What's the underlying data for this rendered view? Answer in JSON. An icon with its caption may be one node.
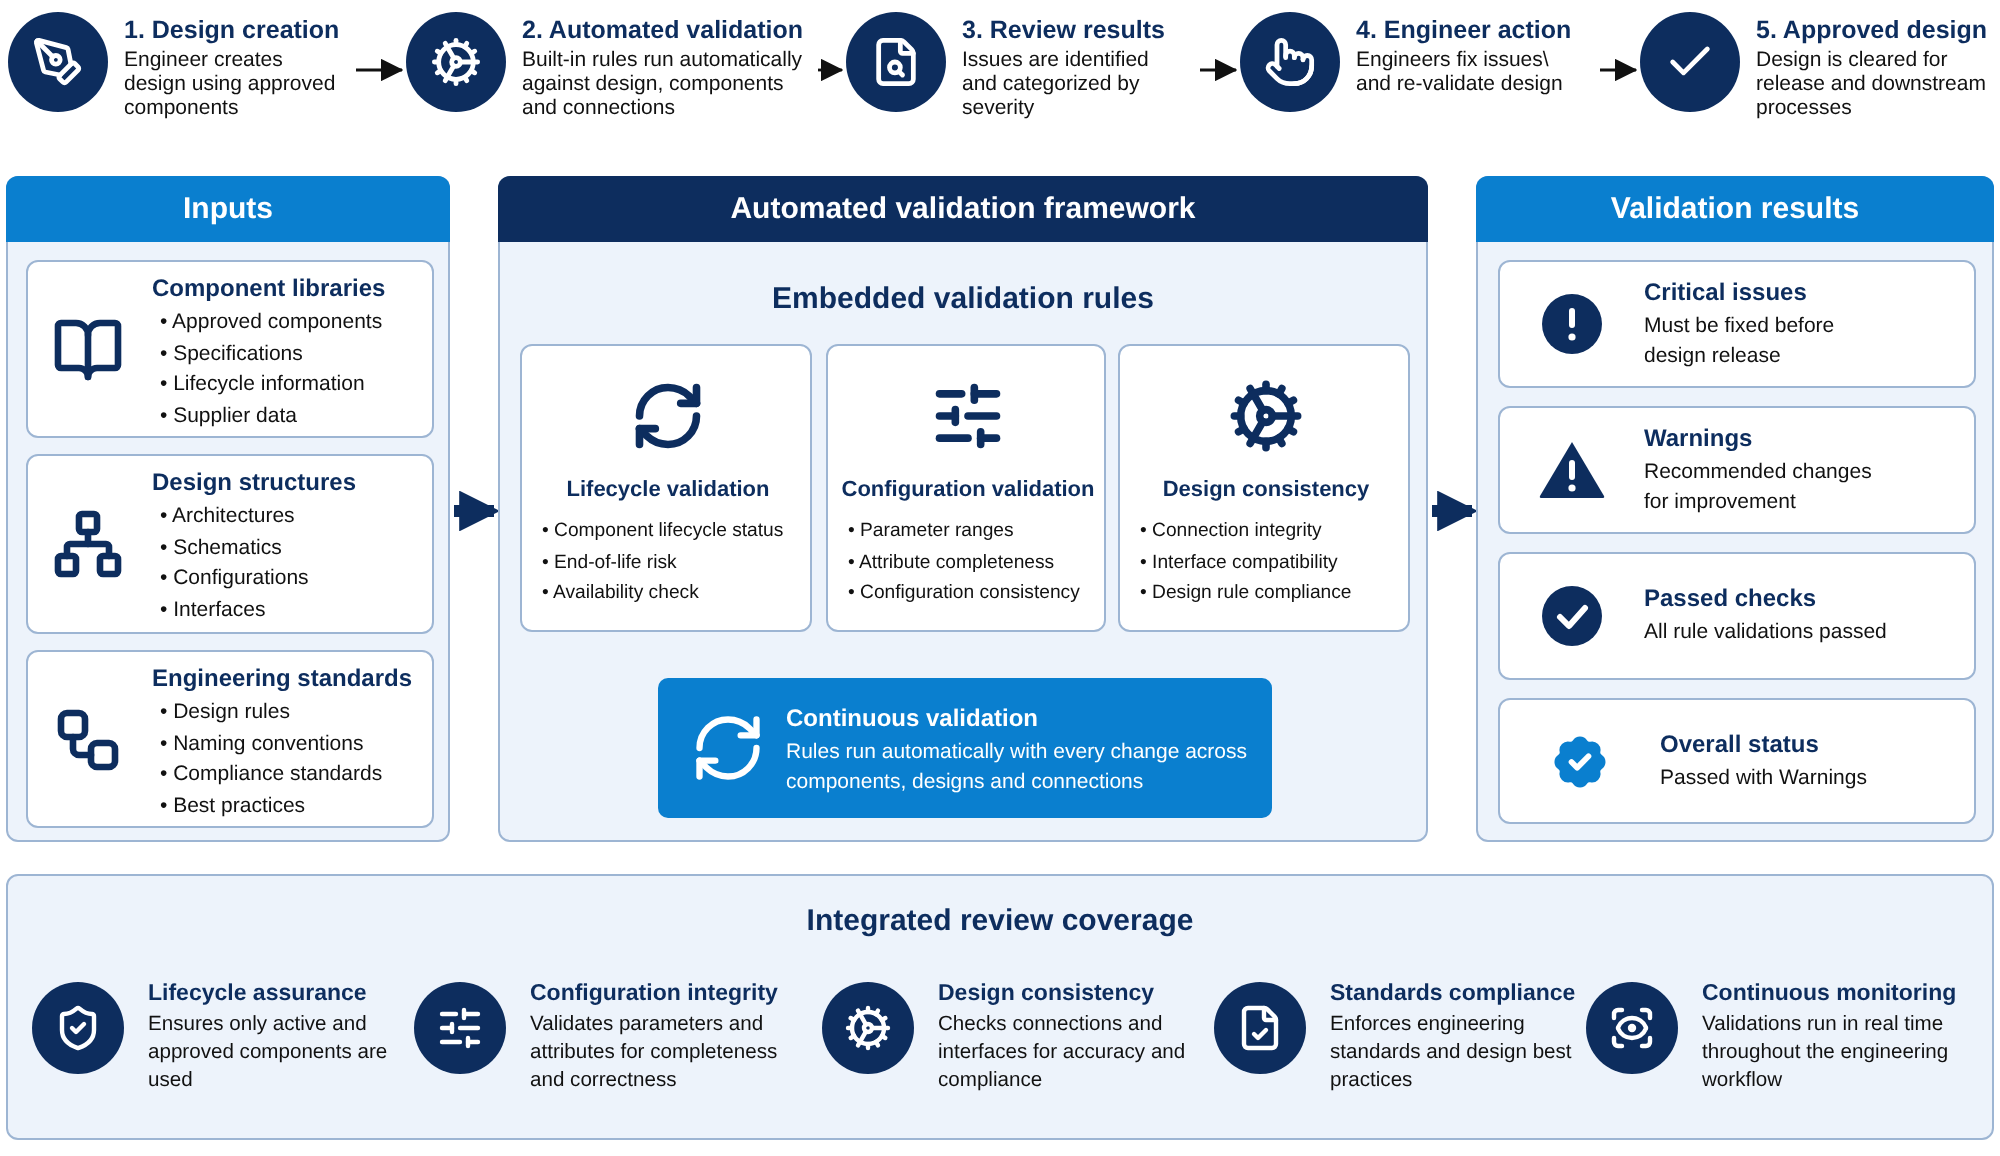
{
  "diagram": {
    "nodes": [
      {
        "text": [
          "1. Design creation",
          "Engineer creates design using approved components"
        ]
      },
      {
        "text": [
          "2. Automated validation",
          "Built-in rules run automatically against design, components and connections"
        ]
      },
      {
        "text": [
          "3. Review results",
          "Issues are identified and categorized by severity"
        ]
      },
      {
        "text": [
          "4. Engineer action",
          "Engineers fix issues\\ and re-validate design"
        ]
      },
      {
        "text": [
          "5. Approved design",
          "Design is cleared for release and downstream processes"
        ]
      },
      {
        "text": [
          "Inputs"
        ]
      },
      {
        "text": [
          "Component libraries",
          "• Approved components",
          "• Specifications",
          "• Lifecycle information",
          "• Supplier data"
        ],
        "in": 5
      },
      {
        "text": [
          "Design structures",
          "• Architectures",
          "• Schematics",
          "• Configurations",
          "• Interfaces"
        ],
        "in": 5
      },
      {
        "text": [
          "Engineering standards",
          "• Design rules",
          "• Naming conventions",
          "• Compliance standards",
          "• Best practices"
        ],
        "in": 5
      },
      {
        "text": [
          "Automated validation framework",
          "Embedded validation rules"
        ]
      },
      {
        "text": [
          "Lifecycle validation",
          "• Component lifecycle status",
          "• End-of-life risk",
          "• Availability check"
        ],
        "in": 9
      },
      {
        "text": [
          "Configuration validation",
          "• Parameter ranges",
          "• Attribute completeness",
          "• Configuration consistency"
        ],
        "in": 9
      },
      {
        "text": [
          "Design consistency",
          "• Connection integrity",
          "• Interface compatibility",
          "• Design rule compliance"
        ],
        "in": 9
      },
      {
        "text": [
          "Continuous validation",
          "Rules run automatically with every change across components, designs and connections"
        ],
        "in": 9
      },
      {
        "text": [
          "Validation results"
        ]
      },
      {
        "text": [
          "Critical issues",
          "Must be fixed before design release"
        ],
        "in": 14
      },
      {
        "text": [
          "Warnings",
          "Recommended changes for improvement"
        ],
        "in": 14
      },
      {
        "text": [
          "Passed checks",
          "All rule validations passed"
        ],
        "in": 14
      },
      {
        "text": [
          "Overall status",
          "Passed with Warnings"
        ],
        "in": 14
      },
      {
        "text": [
          "Integrated review coverage"
        ]
      },
      {
        "text": [
          "Lifecycle assurance",
          "Ensures only active and approved components are used"
        ],
        "in": 19
      },
      {
        "text": [
          "Configuration integrity",
          "Validates parameters and attributes for completeness and correctness"
        ],
        "in": 19
      },
      {
        "text": [
          "Design consistency",
          "Checks connections and interfaces for accuracy and compliance"
        ],
        "in": 19
      },
      {
        "text": [
          "Standards compliance",
          "Enforces engineering standards and design best practices"
        ],
        "in": 19
      },
      {
        "text": [
          "Continuous monitoring",
          "Validations run in real time throughout the engineering workflow"
        ],
        "in": 19
      }
    ],
    "edges": [
      {
        "from": 0,
        "to": 1,
        "arrow": "to"
      },
      {
        "from": 1,
        "to": 2,
        "arrow": "to"
      },
      {
        "from": 2,
        "to": 3,
        "arrow": "to"
      },
      {
        "from": 3,
        "to": 4,
        "arrow": "to"
      },
      {
        "from": 5,
        "to": 9,
        "arrow": "to",
        "style": "thick",
        "color": "#0d2d5e"
      },
      {
        "from": 9,
        "to": 14,
        "arrow": "to",
        "style": "thick",
        "color": "#0d2d5e"
      }
    ]
  }
}
